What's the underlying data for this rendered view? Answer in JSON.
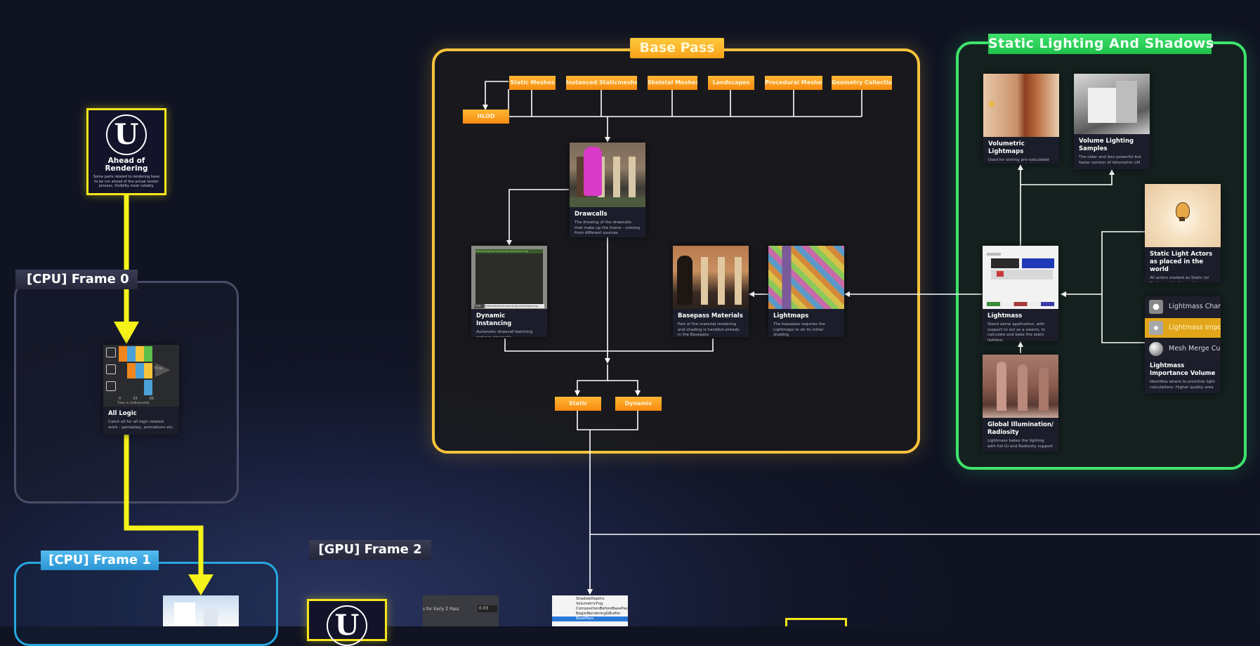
{
  "groups": {
    "base_pass": "Base Pass",
    "static_lighting": "Static Lighting And Shadows",
    "cpu_frame0": "[CPU] Frame 0",
    "cpu_frame1": "[CPU] Frame 1",
    "gpu_frame2": "[GPU] Frame 2"
  },
  "base_pass": {
    "sources": [
      "Static Meshes",
      "Instanced Staticmeshes",
      "Skeletal Meshes",
      "Landscapes",
      "Procedural Meshes",
      "Geometry Collection"
    ],
    "hlod": "HLOD",
    "drawcalls": {
      "title": "Drawcalls",
      "desc": "The drawing of the drawcalls that make up the frame - coming from different sources"
    },
    "dynamic_instancing": {
      "title": "Dynamic Instancing",
      "desc": "Automatic drawcall batching reduces drawcalls",
      "img_text_top": "r.MeshDrawCommands.DynamicInstancing",
      "img_text_cmd": "Cmd",
      "img_text_bottom": "r.MeshDrawCommands.DynamicInstancing"
    },
    "basepass_materials": {
      "title": "Basepass Materials",
      "desc": "Part of the material rendering and shading is handled already in the Basepass"
    },
    "lightmaps": {
      "title": "Lightmaps",
      "desc": "The basepass requires the Lightmaps to do its initial shading"
    },
    "static_tag": "Static",
    "dynamic_tag": "Dynamic"
  },
  "static_lighting": {
    "volumetric_lightmaps": {
      "title": "Volumetric Lightmaps",
      "desc": "Used for storing pre-calculated indirect lighting to light dynamic actors"
    },
    "volume_lighting_samples": {
      "title": "Volume Lighting Samples",
      "desc": "The older and less powerful but faster version of Volumetric LM"
    },
    "lightmass": {
      "title": "Lightmass",
      "desc": "Stand alone application, with support to act as a swarm, to calculate and bake the static lighting"
    },
    "global_illumination": {
      "title": "Global Illumination/ Radiosity",
      "desc": "Lightmass bakes the lighting with full GI and Radiosity support"
    },
    "static_light_actors": {
      "title": "Static Light Actors as placed in the world",
      "desc": "All actors marked as Static (or Stationary) in the world"
    },
    "importance_rows": [
      "Lightmass Character",
      "Lightmass Importance",
      "Mesh Merge Culling"
    ],
    "importance_volume": {
      "title": "Lightmass Importance Volume",
      "desc": "Identifies where to prioritize light calculations. Higher quality area"
    }
  },
  "cpu0": {
    "ahead": {
      "title": "Ahead of Rendering",
      "desc": "Some parts related to rendering have to be run ahead of the actual render process. Visibility most notably."
    },
    "all_logic": {
      "title": "All Logic",
      "desc": "Catch all for all logic related work - gameplay, animations etc.",
      "time_label": "Time",
      "axis_ticks": [
        "0",
        "33",
        "66"
      ],
      "axis_label": "Time in milliseconds"
    },
    "logo_glyph": "U"
  },
  "gpu2": {
    "early_z": "s for Early Z Pass",
    "early_z_value": "0.03",
    "tree_items": [
      "ShadowDepths",
      "VolumetricFog",
      "CompositionBeforeBasePass",
      "BeginRenderingGBuffer",
      "BasePass"
    ]
  },
  "colors": {
    "base_pass": "#f7c23c",
    "static_lighting": "#3ee36c",
    "cpu_frame1": "#27a8e0",
    "flow_yellow": "#f5f21a",
    "tag_orange": "#f78a10"
  }
}
